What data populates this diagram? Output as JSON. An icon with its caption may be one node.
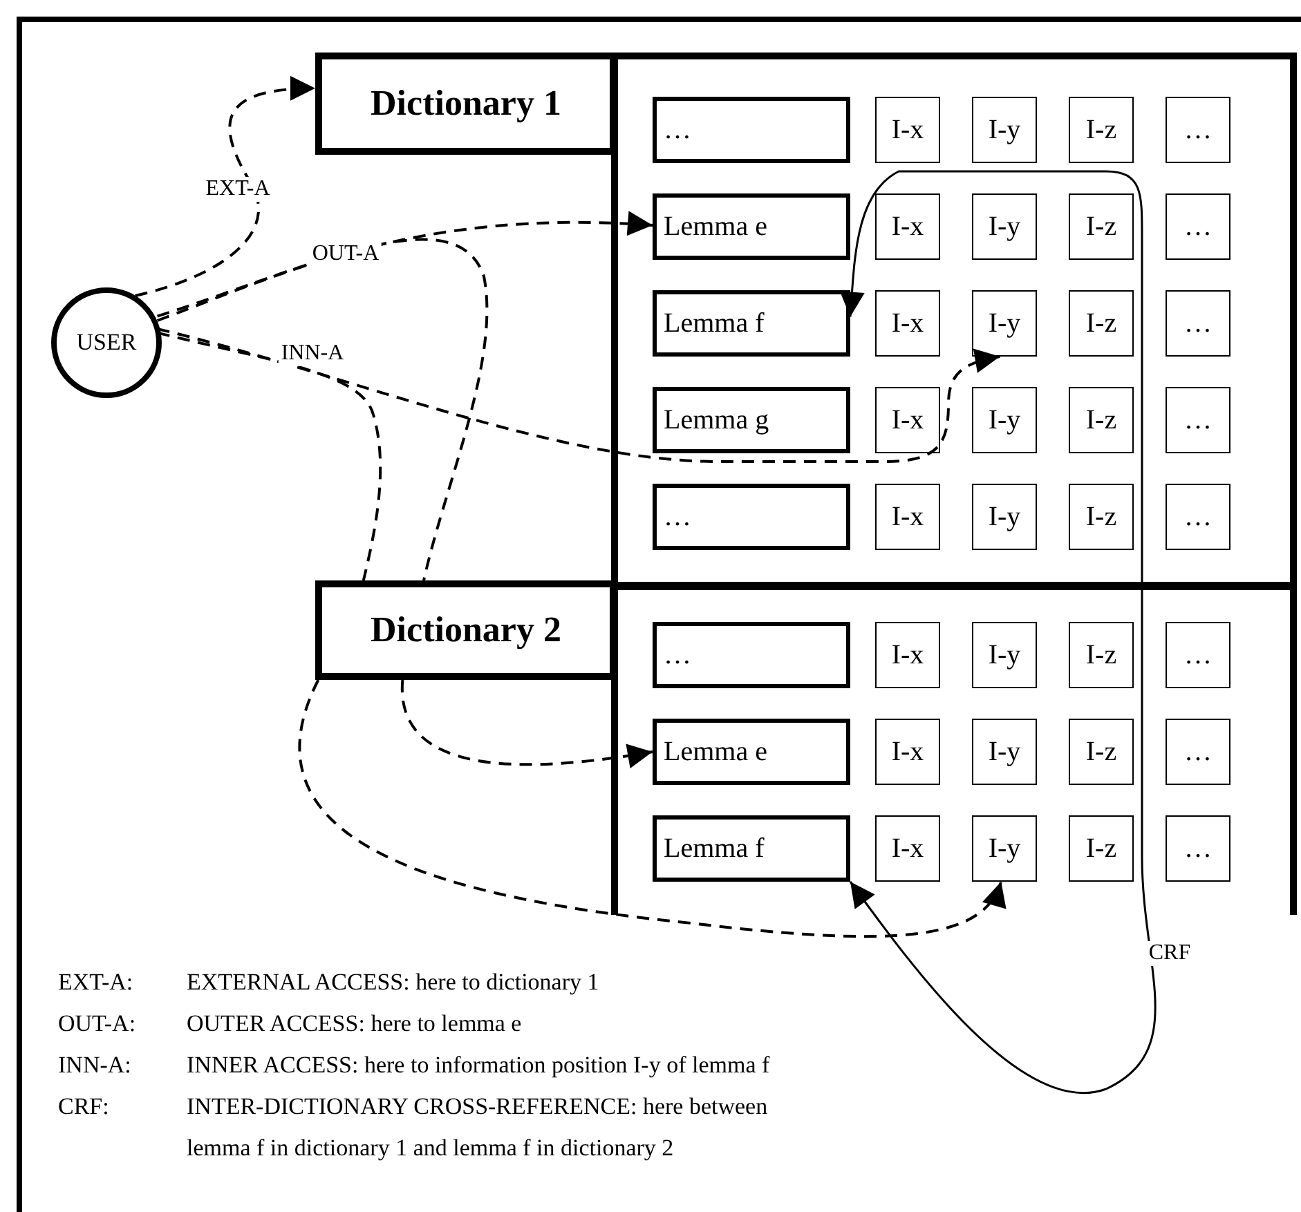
{
  "diagram": {
    "nodes": [
      {
        "text": [
          "USER"
        ]
      },
      {
        "text": [
          "Dictionary 1"
        ]
      },
      {
        "text": [],
        "shape": "box"
      },
      {
        "text": [
          "…"
        ],
        "in": 2
      },
      {
        "text": [
          "I-x"
        ],
        "in": 2
      },
      {
        "text": [
          "I-y"
        ],
        "in": 2
      },
      {
        "text": [
          "I-z"
        ],
        "in": 2
      },
      {
        "text": [
          "…"
        ],
        "in": 2
      },
      {
        "text": [
          "Lemma e"
        ],
        "in": 2
      },
      {
        "text": [
          "I-x"
        ],
        "in": 2
      },
      {
        "text": [
          "I-y"
        ],
        "in": 2
      },
      {
        "text": [
          "I-z"
        ],
        "in": 2
      },
      {
        "text": [
          "…"
        ],
        "in": 2
      },
      {
        "text": [
          "Lemma f"
        ],
        "in": 2
      },
      {
        "text": [
          "I-x"
        ],
        "in": 2
      },
      {
        "text": [
          "I-y"
        ],
        "in": 2
      },
      {
        "text": [
          "I-z"
        ],
        "in": 2
      },
      {
        "text": [
          "…"
        ],
        "in": 2
      },
      {
        "text": [
          "Lemma g"
        ],
        "in": 2
      },
      {
        "text": [
          "I-x"
        ],
        "in": 2
      },
      {
        "text": [
          "I-y"
        ],
        "in": 2
      },
      {
        "text": [
          "I-z"
        ],
        "in": 2
      },
      {
        "text": [
          "…"
        ],
        "in": 2
      },
      {
        "text": [
          "…"
        ],
        "in": 2
      },
      {
        "text": [
          "I-x"
        ],
        "in": 2
      },
      {
        "text": [
          "I-y"
        ],
        "in": 2
      },
      {
        "text": [
          "I-z"
        ],
        "in": 2
      },
      {
        "text": [
          "…"
        ],
        "in": 2
      },
      {
        "text": [
          "Dictionary 2"
        ]
      },
      {
        "text": [],
        "shape": "box"
      },
      {
        "text": [
          "…"
        ],
        "in": 29
      },
      {
        "text": [
          "I-x"
        ],
        "in": 29
      },
      {
        "text": [
          "I-y"
        ],
        "in": 29
      },
      {
        "text": [
          "I-z"
        ],
        "in": 29
      },
      {
        "text": [
          "…"
        ],
        "in": 29
      },
      {
        "text": [
          "Lemma e"
        ],
        "in": 29
      },
      {
        "text": [
          "I-x"
        ],
        "in": 29
      },
      {
        "text": [
          "I-y"
        ],
        "in": 29
      },
      {
        "text": [
          "I-z"
        ],
        "in": 29
      },
      {
        "text": [
          "…"
        ],
        "in": 29
      },
      {
        "text": [
          "Lemma f"
        ],
        "in": 29
      },
      {
        "text": [
          "I-x"
        ],
        "in": 29
      },
      {
        "text": [
          "I-y"
        ],
        "in": 29
      },
      {
        "text": [
          "I-z"
        ],
        "in": 29
      },
      {
        "text": [
          "…"
        ],
        "in": 29
      }
    ],
    "edges": [
      {
        "from": 0,
        "to": 1,
        "arrow": "to",
        "label": "EXT-A",
        "style": "dashed"
      },
      {
        "from": 0,
        "to": 8,
        "arrow": "to",
        "label": "OUT-A",
        "style": "dashed"
      },
      {
        "from": 0,
        "to": 15,
        "arrow": "to",
        "label": "INN-A",
        "style": "dashed"
      },
      {
        "from": 0,
        "to": 28,
        "arrow": "none",
        "style": "dashed"
      },
      {
        "from": 0,
        "to": 28,
        "arrow": "none",
        "style": "dashed"
      },
      {
        "from": 28,
        "to": 35,
        "arrow": "to",
        "style": "dashed"
      },
      {
        "from": 28,
        "to": 42,
        "arrow": "to",
        "style": "dashed"
      },
      {
        "from": 13,
        "to": 40,
        "arrow": "both",
        "label": "CRF"
      }
    ],
    "labels": [
      "EXT-A:",
      "EXTERNAL ACCESS: here to dictionary 1",
      "OUT-A:",
      "OUTER ACCESS: here to lemma e",
      "INN-A:",
      "INNER ACCESS: here to information position I-y of lemma f",
      "CRF:",
      "INTER-DICTIONARY CROSS-REFERENCE: here between lemma f in dictionary 1 and lemma f in dictionary 2"
    ]
  }
}
